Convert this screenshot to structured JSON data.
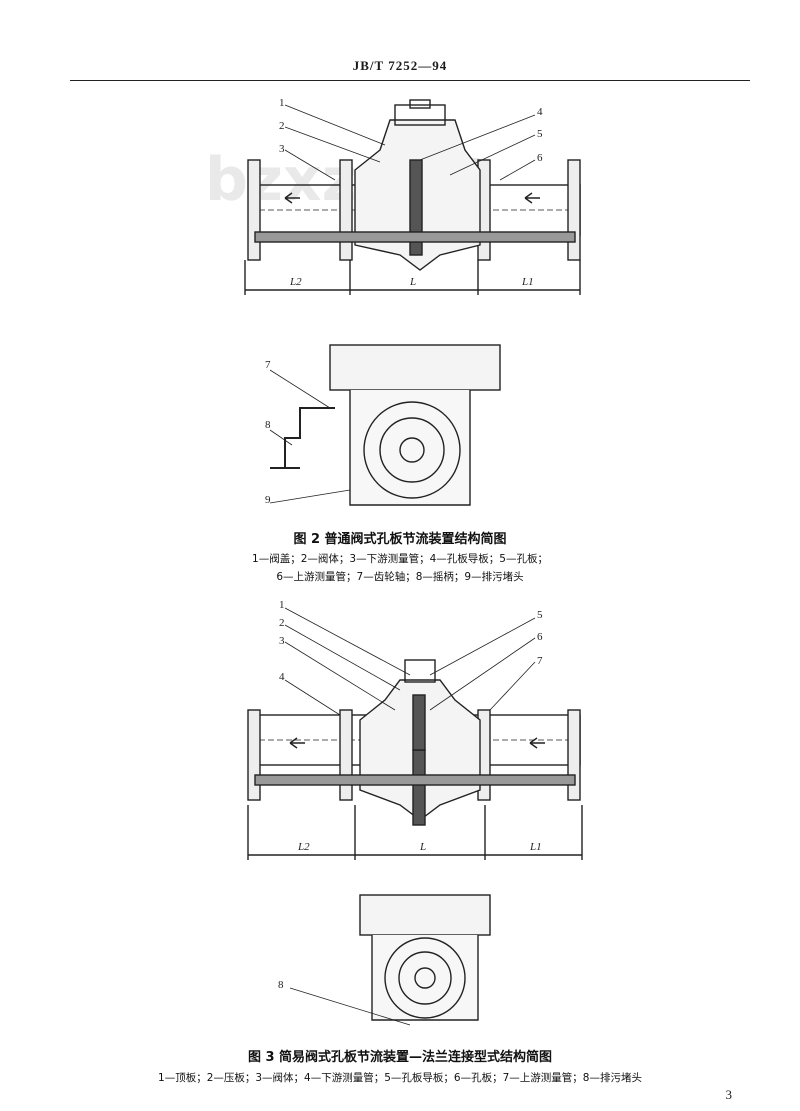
{
  "header": {
    "standard": "JB/T 7252—94"
  },
  "watermark": "bzxz.net",
  "figure2": {
    "callouts": [
      "1",
      "2",
      "3",
      "4",
      "5",
      "6"
    ],
    "side_callouts": [
      "7",
      "8",
      "9"
    ],
    "dims": {
      "left": "L2",
      "mid": "L",
      "right": "L1"
    },
    "title": "图 2   普通阀式孔板节流装置结构简图",
    "legend_line1": "1—阀盖；2—阀体；3—下游测量管；4—孔板导板；5—孔板；",
    "legend_line2": "6—上游测量管；7—齿轮轴；8—摇柄；9—排污堵头"
  },
  "figure3": {
    "callouts": [
      "1",
      "2",
      "3",
      "4",
      "5",
      "6",
      "7"
    ],
    "side_callouts": [
      "8"
    ],
    "dims": {
      "left": "L2",
      "mid": "L",
      "right": "L1"
    },
    "title": "图 3   简易阀式孔板节流装置—法兰连接型式结构简图",
    "legend": "1—顶板；2—压板；3—阀体；4—下游测量管；5—孔板导板；6—孔板；7—上游测量管；8—排污堵头"
  },
  "page_number": "3"
}
